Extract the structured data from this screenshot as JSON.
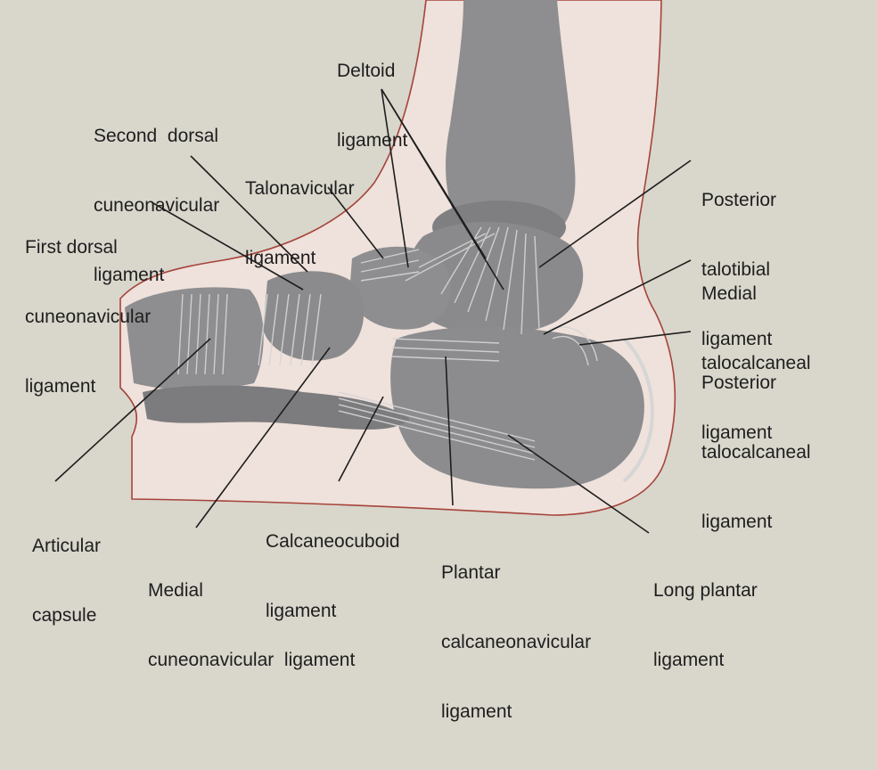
{
  "colors": {
    "background": "#d9d6cc",
    "skin": "#efe1db",
    "skin_outline": "#a5443a",
    "bone": "#8e8e90",
    "bone_dark": "#7a7a7c",
    "ligament": "#d6d6d6",
    "leader_line": "#1e1e1e",
    "text": "#1e1e1e"
  },
  "labels": {
    "deltoid": [
      "Deltoid",
      "ligament"
    ],
    "second_dorsal": [
      "Second  dorsal",
      "cuneonavicular",
      "ligament"
    ],
    "talonavicular": [
      "Talonavicular",
      "ligament"
    ],
    "first_dorsal": [
      "First dorsal",
      "cuneonavicular",
      "ligament"
    ],
    "posterior_talotibial": [
      "Posterior",
      "talotibial",
      "ligament"
    ],
    "medial_talocalcaneal": [
      "Medial",
      "talocalcaneal",
      "ligament"
    ],
    "posterior_talocalcaneal": [
      "Posterior",
      "talocalcaneal",
      "ligament"
    ],
    "articular_capsule": [
      "Articular",
      "capsule"
    ],
    "calcaneocuboid": [
      "Calcaneocuboid",
      "ligament"
    ],
    "medial_cuneonavicular": [
      "Medial",
      "cuneonavicular  ligament"
    ],
    "plantar_calcaneonavicular": [
      "Plantar",
      "calcaneonavicular",
      "ligament"
    ],
    "long_plantar": [
      "Long plantar",
      "ligament"
    ]
  }
}
